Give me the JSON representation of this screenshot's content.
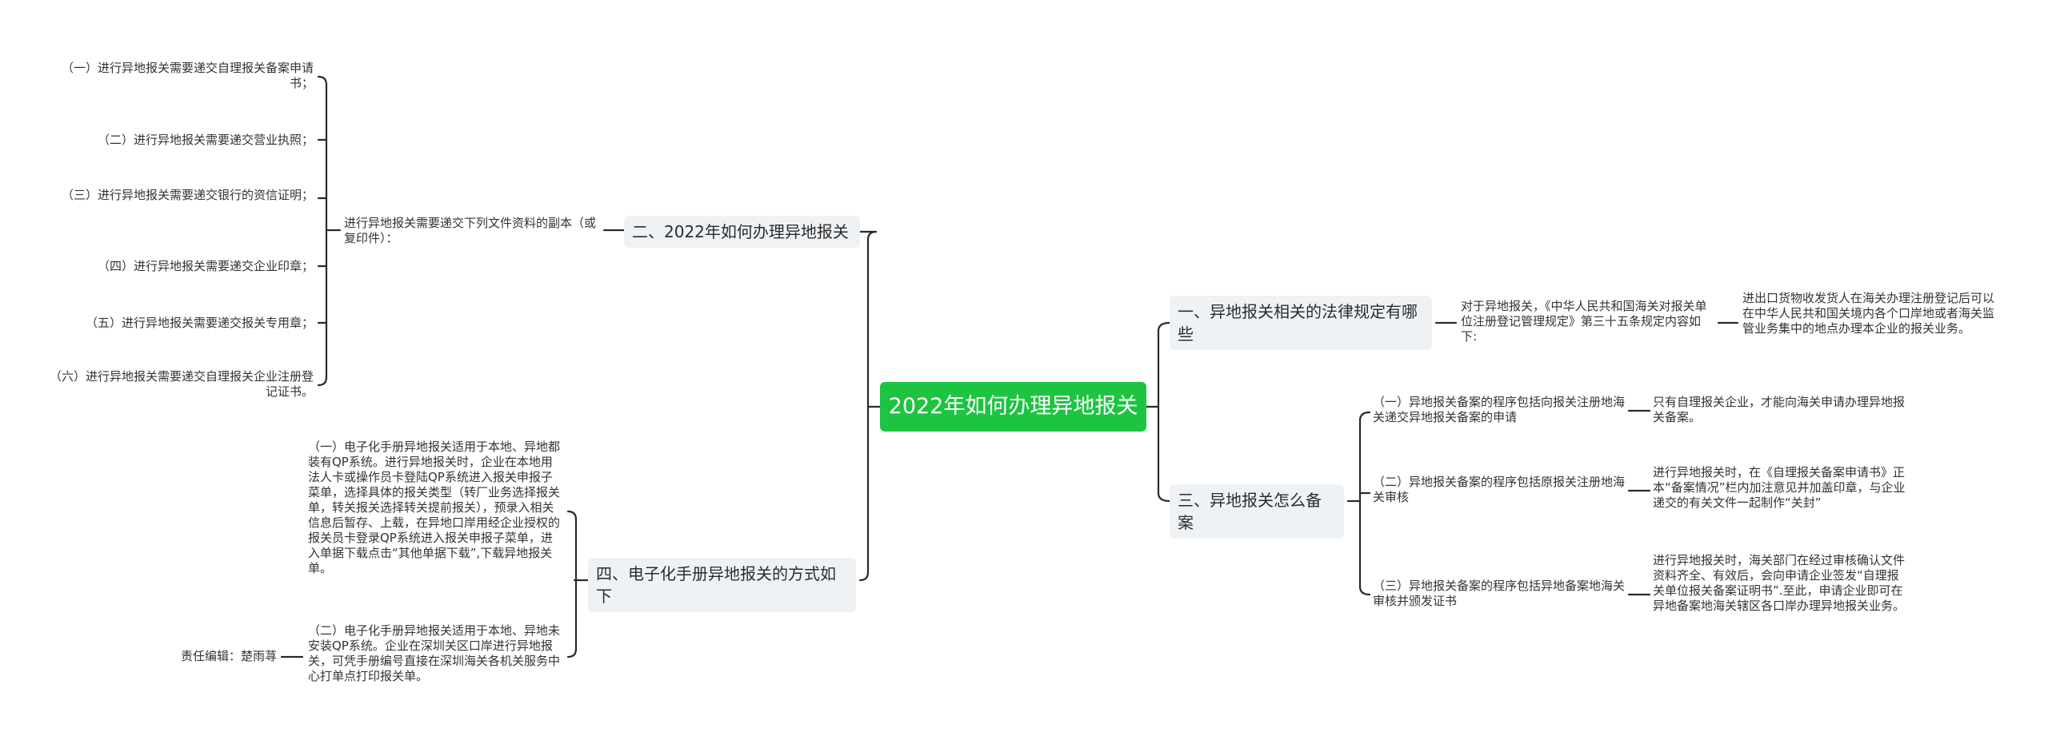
{
  "root": {
    "title": "2022年如何办理异地报关"
  },
  "left": {
    "branch2": {
      "title": "二、2022年如何办理异地报关",
      "sub": "进行异地报关需要递交下列文件资料的副本（或复印件）：",
      "items": [
        "（一）进行异地报关需要递交自理报关备案申请书；",
        "（二）进行异地报关需要递交营业执照；",
        "（三）进行异地报关需要递交银行的资信证明；",
        "（四）进行异地报关需要递交企业印章；",
        "（五）进行异地报关需要递交报关专用章；",
        "（六）进行异地报关需要递交自理报关企业注册登记证书。"
      ]
    },
    "branch4": {
      "title": "四、电子化手册异地报关的方式如下",
      "items": [
        "（一）电子化手册异地报关适用于本地、异地都装有QP系统。进行异地报关时，企业在本地用法人卡或操作员卡登陆QP系统进入报关申报子菜单，选择具体的报关类型（转厂业务选择报关单，转关报关选择转关提前报关），预录入相关信息后暂存、上载，在异地口岸用经企业授权的报关员卡登录QP系统进入报关申报子菜单，进入单据下载点击“其他单据下载”,下载异地报关单。",
        "（二）电子化手册异地报关适用于本地、异地未安装QP系统。企业在深圳关区口岸进行异地报关，可凭手册编号直接在深圳海关各机关服务中心打单点打印报关单。"
      ],
      "editor": "责任编辑：楚雨荨"
    }
  },
  "right": {
    "branch1": {
      "title": "一、异地报关相关的法律规定有哪些",
      "sub": "对于异地报关，《中华人民共和国海关对报关单位注册登记管理规定》第三十五条规定内容如下:",
      "detail": "进出口货物收发货人在海关办理注册登记后可以在中华人民共和国关境内各个口岸地或者海关监管业务集中的地点办理本企业的报关业务。"
    },
    "branch3": {
      "title": "三、异地报关怎么备案",
      "items": [
        {
          "label": "（一）异地报关备案的程序包括向报关注册地海关递交异地报关备案的申请",
          "detail": "只有自理报关企业，才能向海关申请办理异地报关备案。"
        },
        {
          "label": "（二）异地报关备案的程序包括原报关注册地海关审核",
          "detail": "进行异地报关时，在《自理报关备案申请书》正本“备案情况”栏内加注意见并加盖印章，与企业递交的有关文件一起制作“关封”"
        },
        {
          "label": "（三）异地报关备案的程序包括异地备案地海关审核并颁发证书",
          "detail": "进行异地报关时，海关部门在经过审核确认文件资料齐全、有效后，会向申请企业签发“自理报关单位报关备案证明书”.至此，申请企业即可在异地备案地海关辖区各口岸办理异地报关业务。"
        }
      ]
    }
  },
  "colors": {
    "root_bg": "#1ec441",
    "branch_bg": "#eff2f5",
    "line": "#2a2a2a"
  }
}
